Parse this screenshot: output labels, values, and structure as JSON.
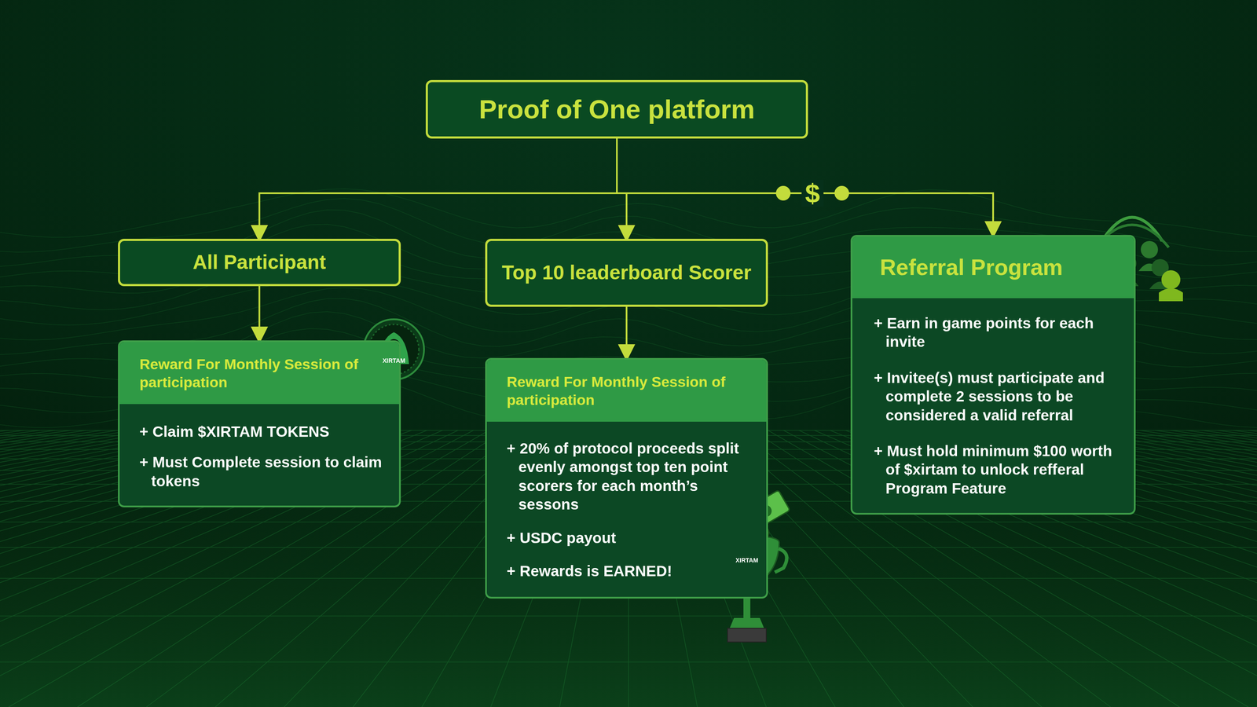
{
  "diagram": {
    "nodes": [
      {
        "text": [
          "Proof of One platform"
        ]
      },
      {
        "text": [
          "All Participant"
        ]
      },
      {
        "text": [
          "Top 10 leaderboard Scorer"
        ]
      },
      {
        "text": [
          "Referral Program",
          "+ Earn in game points for each invite",
          "+ Invitee(s) must participate and complete 2 sessions to be considered a valid referral",
          "+ Must hold minimum $100 worth of $xirtam to unlock refferal Program Feature"
        ]
      },
      {
        "text": [
          "Reward For Monthly Session of participation",
          "+ Claim $XIRTAM TOKENS",
          "+ Must Complete session to claim tokens"
        ]
      },
      {
        "text": [
          "Reward For Monthly Session of participation",
          "+ 20% of protocol proceeds split evenly amongst top ten point scorers for each month’s sessons",
          "+ USDC payout",
          "+ Rewards is EARNED!"
        ]
      }
    ],
    "edges": [
      {
        "from": 0,
        "to": 1,
        "arrow": "to"
      },
      {
        "from": 0,
        "to": 2,
        "arrow": "to"
      },
      {
        "from": 0,
        "to": 3,
        "label": "$",
        "arrow": "to"
      },
      {
        "from": 1,
        "to": 4,
        "arrow": "to"
      },
      {
        "from": 2,
        "to": 5,
        "arrow": "to"
      }
    ],
    "labels": [
      "XIRTAM",
      "XIRTAM"
    ]
  }
}
